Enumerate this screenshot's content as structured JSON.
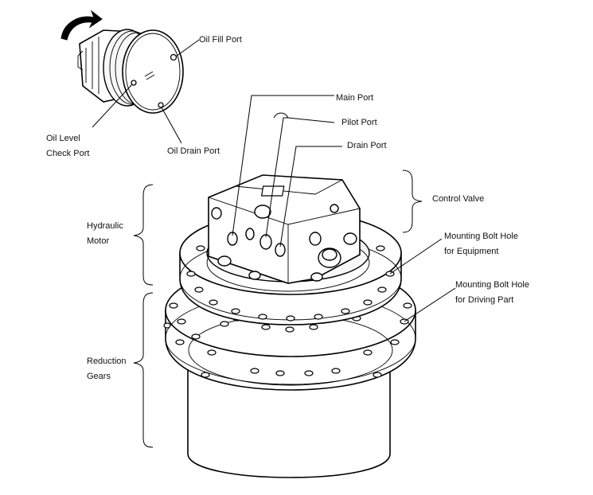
{
  "labels": {
    "oil_fill_port": "Oil Fill Port",
    "oil_level_check_port": [
      "Oil Level",
      "Check Port"
    ],
    "oil_drain_port": "Oil Drain Port",
    "main_port": "Main Port",
    "pilot_port": "Pilot Port",
    "drain_port": "Drain Port",
    "control_valve": "Control Valve",
    "hydraulic_motor": [
      "Hydraulic",
      "Motor"
    ],
    "mounting_bolt_hole_equipment": [
      "Mounting Bolt Hole",
      "for Equipment"
    ],
    "mounting_bolt_hole_driving_part": [
      "Mounting Bolt Hole",
      "for Driving Part"
    ],
    "reduction_gears": [
      "Reduction",
      "Gears"
    ]
  },
  "icons": {
    "rotation_arrow": "curved-arrow-icon"
  }
}
